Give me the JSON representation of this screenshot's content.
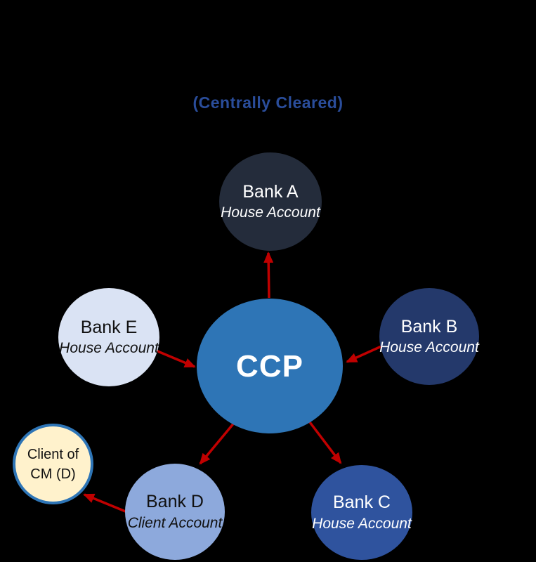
{
  "title": {
    "text": "(Centrally Cleared)",
    "color": "#2A4D9B"
  },
  "canvas": {
    "background": "#000000"
  },
  "arrow_color": "#C00000",
  "nodes": {
    "ccp": {
      "label": "CCP",
      "fill": "#2E75B6",
      "text_color": "#FFFFFF"
    },
    "bank_a": {
      "name": "Bank A",
      "account": "House Account",
      "fill": "#242C3B",
      "text_color": "#FFFFFF"
    },
    "bank_b": {
      "name": "Bank B",
      "account": "House Account",
      "fill": "#24396B",
      "text_color": "#FFFFFF"
    },
    "bank_c": {
      "name": "Bank C",
      "account": "House Account",
      "fill": "#2F539E",
      "text_color": "#FFFFFF"
    },
    "bank_d": {
      "name": "Bank D",
      "account": "Client Account",
      "fill": "#8DA9DC",
      "text_color": "#111111"
    },
    "bank_e": {
      "name": "Bank E",
      "account": "House Account",
      "fill": "#DAE3F4",
      "text_color": "#111111"
    },
    "client_of_cm_d": {
      "line1": "Client of",
      "line2": "CM (D)",
      "fill": "#FFF2CC",
      "border_color": "#2E75B6",
      "text_color": "#111111"
    }
  },
  "edges": [
    {
      "from": "CCP",
      "to": "Bank A"
    },
    {
      "from": "Bank E",
      "to": "CCP"
    },
    {
      "from": "Bank B",
      "to": "CCP"
    },
    {
      "from": "CCP",
      "to": "Bank D"
    },
    {
      "from": "CCP",
      "to": "Bank C"
    },
    {
      "from": "Bank D",
      "to": "Client of CM (D)"
    }
  ]
}
